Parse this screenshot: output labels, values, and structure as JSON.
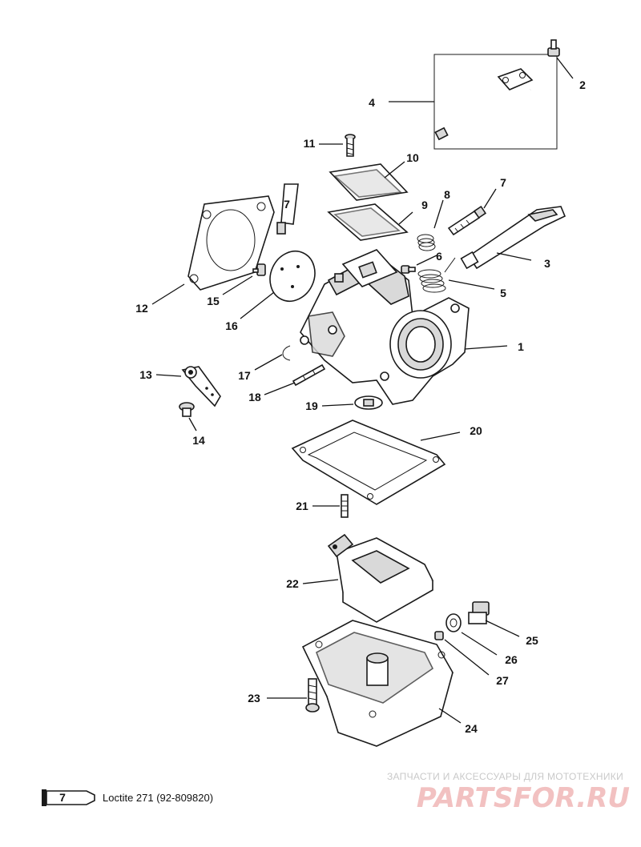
{
  "callouts": [
    "1",
    "2",
    "3",
    "4",
    "5",
    "6",
    "7",
    "8",
    "9",
    "10",
    "11",
    "12",
    "13",
    "14",
    "15",
    "16",
    "17",
    "18",
    "19",
    "20",
    "21",
    "22",
    "23",
    "24",
    "25",
    "26",
    "27"
  ],
  "tube_label": "7",
  "legend": {
    "tube_number": "7",
    "text": "Loctite 271 (92-809820)"
  },
  "watermark": {
    "tagline": "ЗАПЧАСТИ И АКСЕССУАРЫ ДЛЯ МОТОТЕХНИКИ",
    "logo": "PARTSFOR.RU",
    "color": "#e08080"
  }
}
